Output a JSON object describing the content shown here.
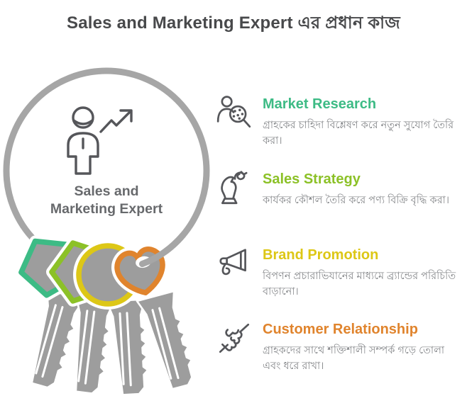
{
  "title": "Sales and Marketing Expert এর প্রধান কাজ",
  "ring": {
    "label_line1": "Sales and",
    "label_line2": "Marketing Expert"
  },
  "sections": [
    {
      "title": "Market Research",
      "color": "#3dbb85",
      "icon": "person-magnifier-icon",
      "description": "গ্রাহকের চাহিদা বিশ্লেষণ করে নতুন সুযোগ তৈরি করা।"
    },
    {
      "title": "Sales Strategy",
      "color": "#8cc127",
      "icon": "chess-knight-icon",
      "description": "কার্যকর কৌশল তৈরি করে পণ্য বিক্রি বৃদ্ধি করা।"
    },
    {
      "title": "Brand Promotion",
      "color": "#ddc716",
      "icon": "megaphone-icon",
      "description": "বিপণন প্রচারাভিযানের মাধ্যমে ব্র্যান্ডের পরিচিতি বাড়ানো।"
    },
    {
      "title": "Customer Relationship",
      "color": "#e0842d",
      "icon": "handshake-icon",
      "description": "গ্রাহকদের সাথে শক্তিশালী সম্পর্ক গড়ে তোলা এবং ধরে রাখা।"
    }
  ],
  "keys": [
    {
      "name": "green-key",
      "color": "#3dbb85"
    },
    {
      "name": "lime-key",
      "color": "#8cc127"
    },
    {
      "name": "yellow-key",
      "color": "#ddc716"
    },
    {
      "name": "orange-key",
      "color": "#e0842d"
    }
  ],
  "colors": {
    "ring_gray": "#a6a6a6",
    "key_gray": "#9d9d9d",
    "title_gray": "#48494b",
    "desc_gray": "#85878a"
  }
}
